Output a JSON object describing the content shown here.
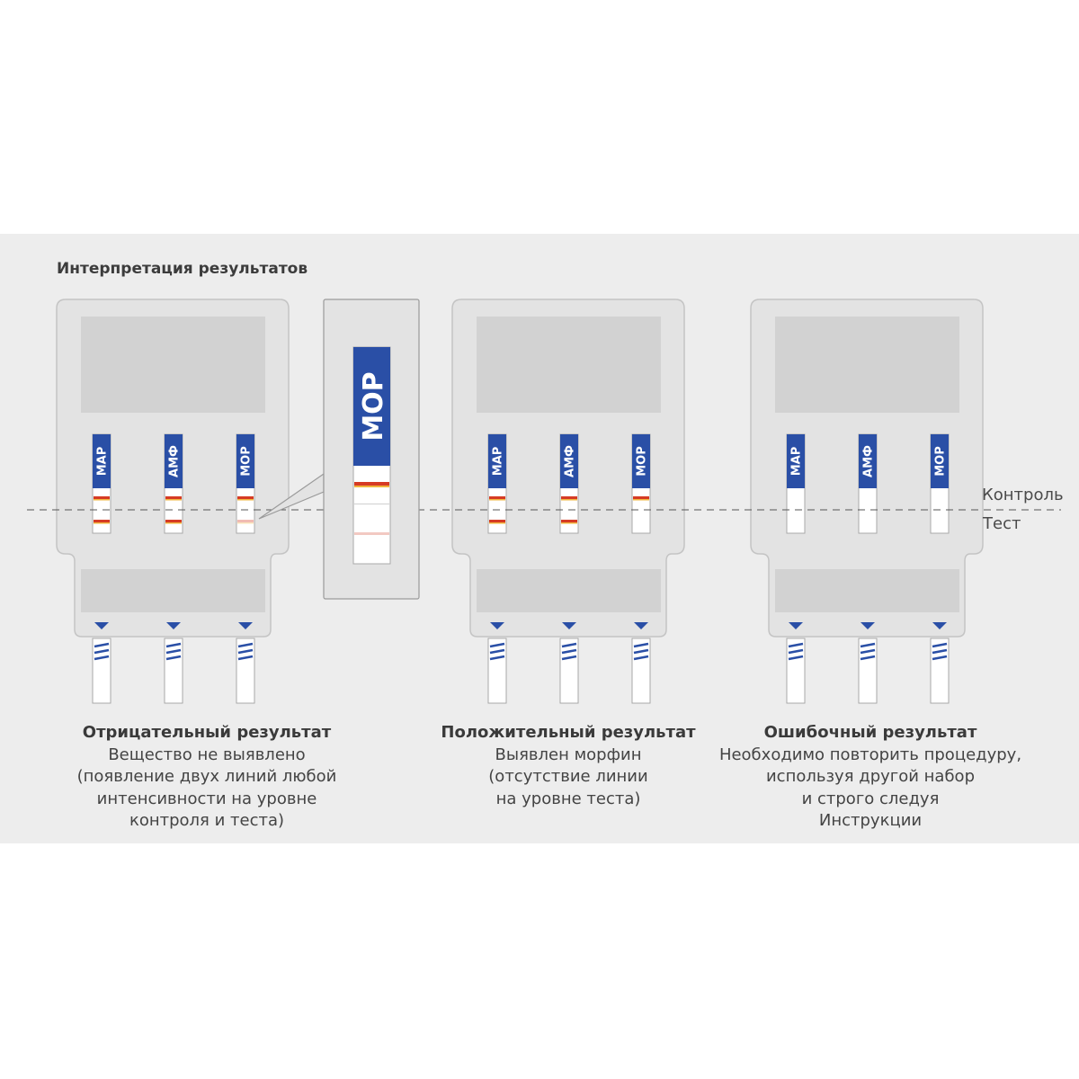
{
  "title": "Интерпретация результатов",
  "zoom_label": "МОР",
  "labels": {
    "control": "Контроль",
    "test": "Тест"
  },
  "colors": {
    "panel": "#ededed",
    "cassette": "#e3e3e3",
    "window": "#d2d2d2",
    "label_blue": "#2a4fa6",
    "line_red": "#d63b24",
    "line_yellow": "#f0b43c"
  },
  "devices": [
    {
      "id": "negative",
      "strips": [
        {
          "label": "МАР",
          "control_line": true,
          "test_line": true,
          "test_faint": false
        },
        {
          "label": "АМФ",
          "control_line": true,
          "test_line": true,
          "test_faint": false
        },
        {
          "label": "МОР",
          "control_line": true,
          "test_line": true,
          "test_faint": true
        }
      ],
      "caption": {
        "heading": "Отрицательный результат",
        "lines": [
          "Вещество не выявлено",
          "(появление двух линий любой",
          "интенсивности на уровне",
          "контроля и теста)"
        ]
      }
    },
    {
      "id": "positive",
      "strips": [
        {
          "label": "МАР",
          "control_line": true,
          "test_line": true,
          "test_faint": false
        },
        {
          "label": "АМФ",
          "control_line": true,
          "test_line": true,
          "test_faint": false
        },
        {
          "label": "МОР",
          "control_line": true,
          "test_line": false,
          "test_faint": false
        }
      ],
      "caption": {
        "heading": "Положительный результат",
        "lines": [
          "Выявлен морфин",
          "(отсутствие линии",
          "на уровне теста)"
        ]
      }
    },
    {
      "id": "invalid",
      "strips": [
        {
          "label": "МАР",
          "control_line": false,
          "test_line": false,
          "test_faint": false
        },
        {
          "label": "АМФ",
          "control_line": false,
          "test_line": false,
          "test_faint": false
        },
        {
          "label": "МОР",
          "control_line": false,
          "test_line": false,
          "test_faint": false
        }
      ],
      "caption": {
        "heading": "Ошибочный результат",
        "lines": [
          "Необходимо повторить процедуру,",
          "используя другой набор",
          "и строго следуя",
          "Инструкции"
        ]
      }
    }
  ]
}
